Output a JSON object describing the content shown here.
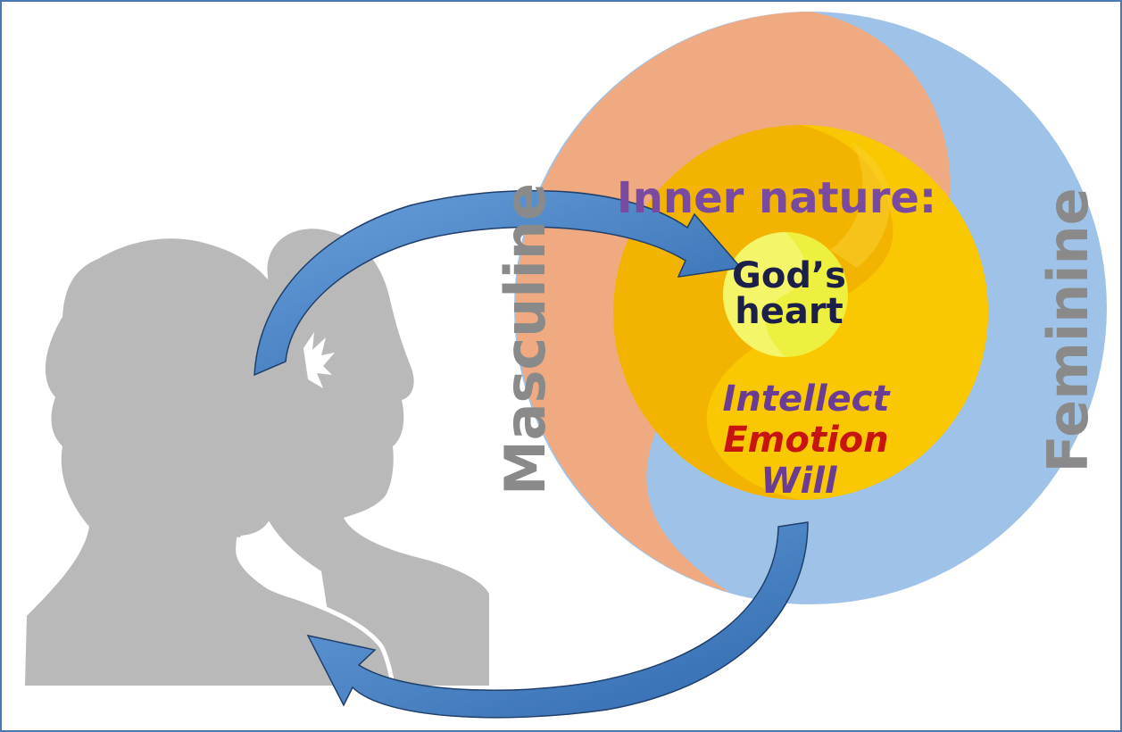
{
  "diagram": {
    "outer_left_label": "Masculine",
    "outer_right_label": "Feminine",
    "inner_title": "Inner nature:",
    "core_label_line1": "God’s",
    "core_label_line2": "heart",
    "faculty_1": "Intellect",
    "faculty_2": "Emotion",
    "faculty_3": "Will"
  },
  "colors": {
    "frame_border": "#4a7ab5",
    "masculine_fill": "#f0aa82",
    "feminine_fill": "#9fc3e8",
    "inner_orange": "#f3b400",
    "inner_gold": "#fac800",
    "core_yellow": "#eef040",
    "silhouette": "#b9b9b9",
    "arrow_fill": "#4a83c4",
    "outer_label_color": "#8a8a8a",
    "inner_title_color": "#7a4aa0",
    "core_text_color": "#1c1f4a",
    "intellect_color": "#6a3c94",
    "emotion_color": "#c8140f",
    "will_color": "#6a3c94"
  },
  "icons": [
    "head-silhouette-front",
    "head-silhouette-back",
    "curved-arrow-top",
    "curved-arrow-bottom"
  ]
}
